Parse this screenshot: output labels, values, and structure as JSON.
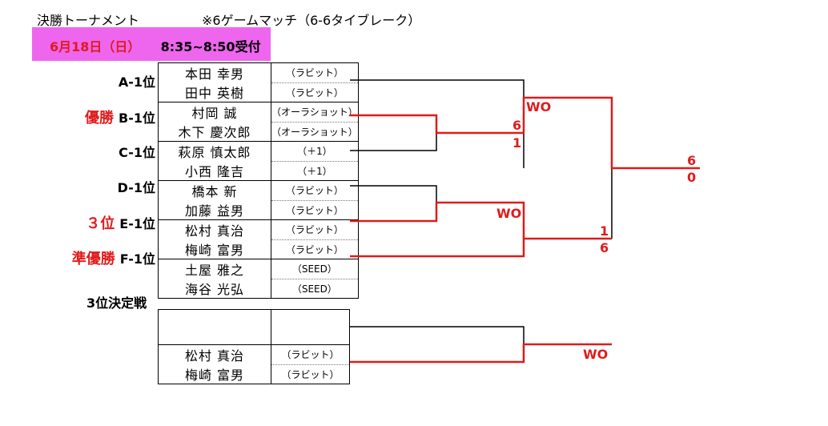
{
  "header": {
    "title": "決勝トーナメント",
    "rule": "※6ゲームマッチ（6-6タイブレーク）",
    "date": "6月18日（日）",
    "time": "8:35~8:50受付"
  },
  "seeds": [
    {
      "result": "",
      "label": "A-1位"
    },
    {
      "result": "優勝",
      "label": "B-1位"
    },
    {
      "result": "",
      "label": "C-1位"
    },
    {
      "result": "",
      "label": "D-1位"
    },
    {
      "result": "３位",
      "label": "E-1位"
    },
    {
      "result": "準優勝",
      "label": "F-1位"
    }
  ],
  "entries": [
    {
      "p1": "本田 幸男",
      "c1": "（ラビット）",
      "p2": "田中 英樹",
      "c2": "（ラビット）"
    },
    {
      "p1": "村岡 誠",
      "c1": "（オーラショット）",
      "p2": "木下 慶次郎",
      "c2": "（オーラショット）"
    },
    {
      "p1": "萩原 慎太郎",
      "c1": "（＋1）",
      "p2": "小西 隆吉",
      "c2": "（＋1）"
    },
    {
      "p1": "橋本 新",
      "c1": "（ラビット）",
      "p2": "加藤 益男",
      "c2": "（ラビット）"
    },
    {
      "p1": "松村 真治",
      "c1": "（ラビット）",
      "p2": "梅崎 富男",
      "c2": "（ラビット）"
    },
    {
      "p1": "土屋 雅之",
      "c1": "（SEED）",
      "p2": "海谷 光弘",
      "c2": "（SEED）"
    }
  ],
  "scores": {
    "r1_top_result": "6",
    "r1_top_loser": "1",
    "r1_bottom_result": "WO",
    "sf_top_result": "WO",
    "sf_bottom_winner": "1",
    "sf_bottom_loser": "6",
    "final_top": "6",
    "final_bottom": "0"
  },
  "third_place": {
    "title": "3位決定戦",
    "entry_top": {
      "p1": "",
      "c1": "",
      "p2": "",
      "c2": ""
    },
    "entry_bottom": {
      "p1": "松村 真治",
      "c1": "（ラビット）",
      "p2": "梅崎 富男",
      "c2": "（ラビット）"
    },
    "result": "WO"
  },
  "colors": {
    "winner_line": "#e01b1b",
    "date_bg": "#ee66ee",
    "result_text": "#e01b1b"
  }
}
